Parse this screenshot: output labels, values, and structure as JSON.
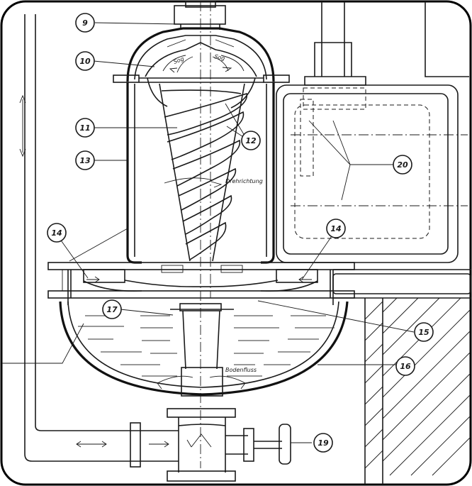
{
  "callouts": [
    {
      "label": "9"
    },
    {
      "label": "10"
    },
    {
      "label": "11"
    },
    {
      "label": "12"
    },
    {
      "label": "13"
    },
    {
      "label": "14"
    },
    {
      "label": "14"
    },
    {
      "label": "15"
    },
    {
      "label": "16"
    },
    {
      "label": "17"
    },
    {
      "label": "19"
    },
    {
      "label": "20"
    }
  ],
  "annotations": {
    "rotation": "Drehrichtung",
    "flow": "Bodenfluss",
    "sog_left": "Sog",
    "sog_right": "Sog"
  },
  "colors": {
    "ink": "#1a1a1a",
    "paper": "#ffffff"
  }
}
